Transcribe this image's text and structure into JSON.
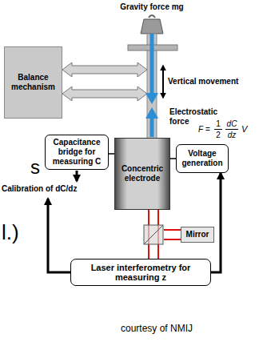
{
  "diagram": {
    "nodes": [
      {
        "text": [
          "Balance mechanism"
        ]
      },
      {
        "text": [
          "Capacitance bridge for measuring C"
        ]
      },
      {
        "text": [
          "Concentric electrode"
        ]
      },
      {
        "text": [
          "Voltage generation"
        ]
      },
      {
        "text": [
          "Mirror"
        ]
      },
      {
        "text": [
          "Laser interferometry for measuring z"
        ]
      }
    ],
    "edges": [
      {
        "from": 1,
        "to": 2,
        "arrow": "none"
      },
      {
        "from": 3,
        "to": 2,
        "arrow": "none"
      },
      {
        "from": 5,
        "to": 3,
        "arrow": "to"
      }
    ],
    "labels": [
      "Gravity force mg",
      "Vertical movement",
      "Electrostatic force",
      "F =",
      "1",
      "2",
      "dC",
      "dz",
      "V",
      "s",
      "Calibration of dC/dz",
      "l.)",
      "courtesy of NMIJ"
    ]
  }
}
